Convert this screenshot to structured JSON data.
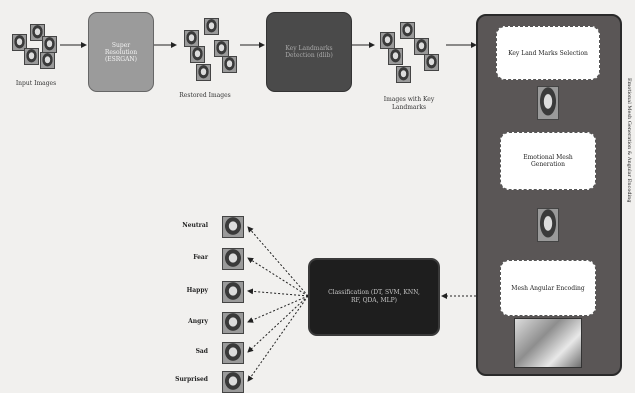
{
  "stages": {
    "input_images": "Input Images",
    "super_resolution": "Super Resolution (ESRGAN)",
    "restored_images": "Restored Images",
    "landmark_detection": "Key Landmarks Detection (dlib)",
    "images_with_landmarks": "Images with Key Landmarks",
    "key_landmarks_selection": "Key Land Marks Selection",
    "mesh_generation": "Emotional Mesh Generation",
    "mesh_encoding": "Mesh Angular Encoding",
    "classification": "Classification (DT, SVM, KNN, RF, QDA, MLP)",
    "side_label": "Emotional Mesh Generation & Angular Encoding"
  },
  "emotions": [
    "Neutral",
    "Fear",
    "Happy",
    "Angry",
    "Sad",
    "Surprised"
  ],
  "colors": {
    "background": "#f1f0ee",
    "box_light": "#9b9b9b",
    "box_mid": "#4a4a4a",
    "box_dark": "#1e1e1e",
    "container": "#5a5656",
    "inner_box": "#ffffff"
  }
}
